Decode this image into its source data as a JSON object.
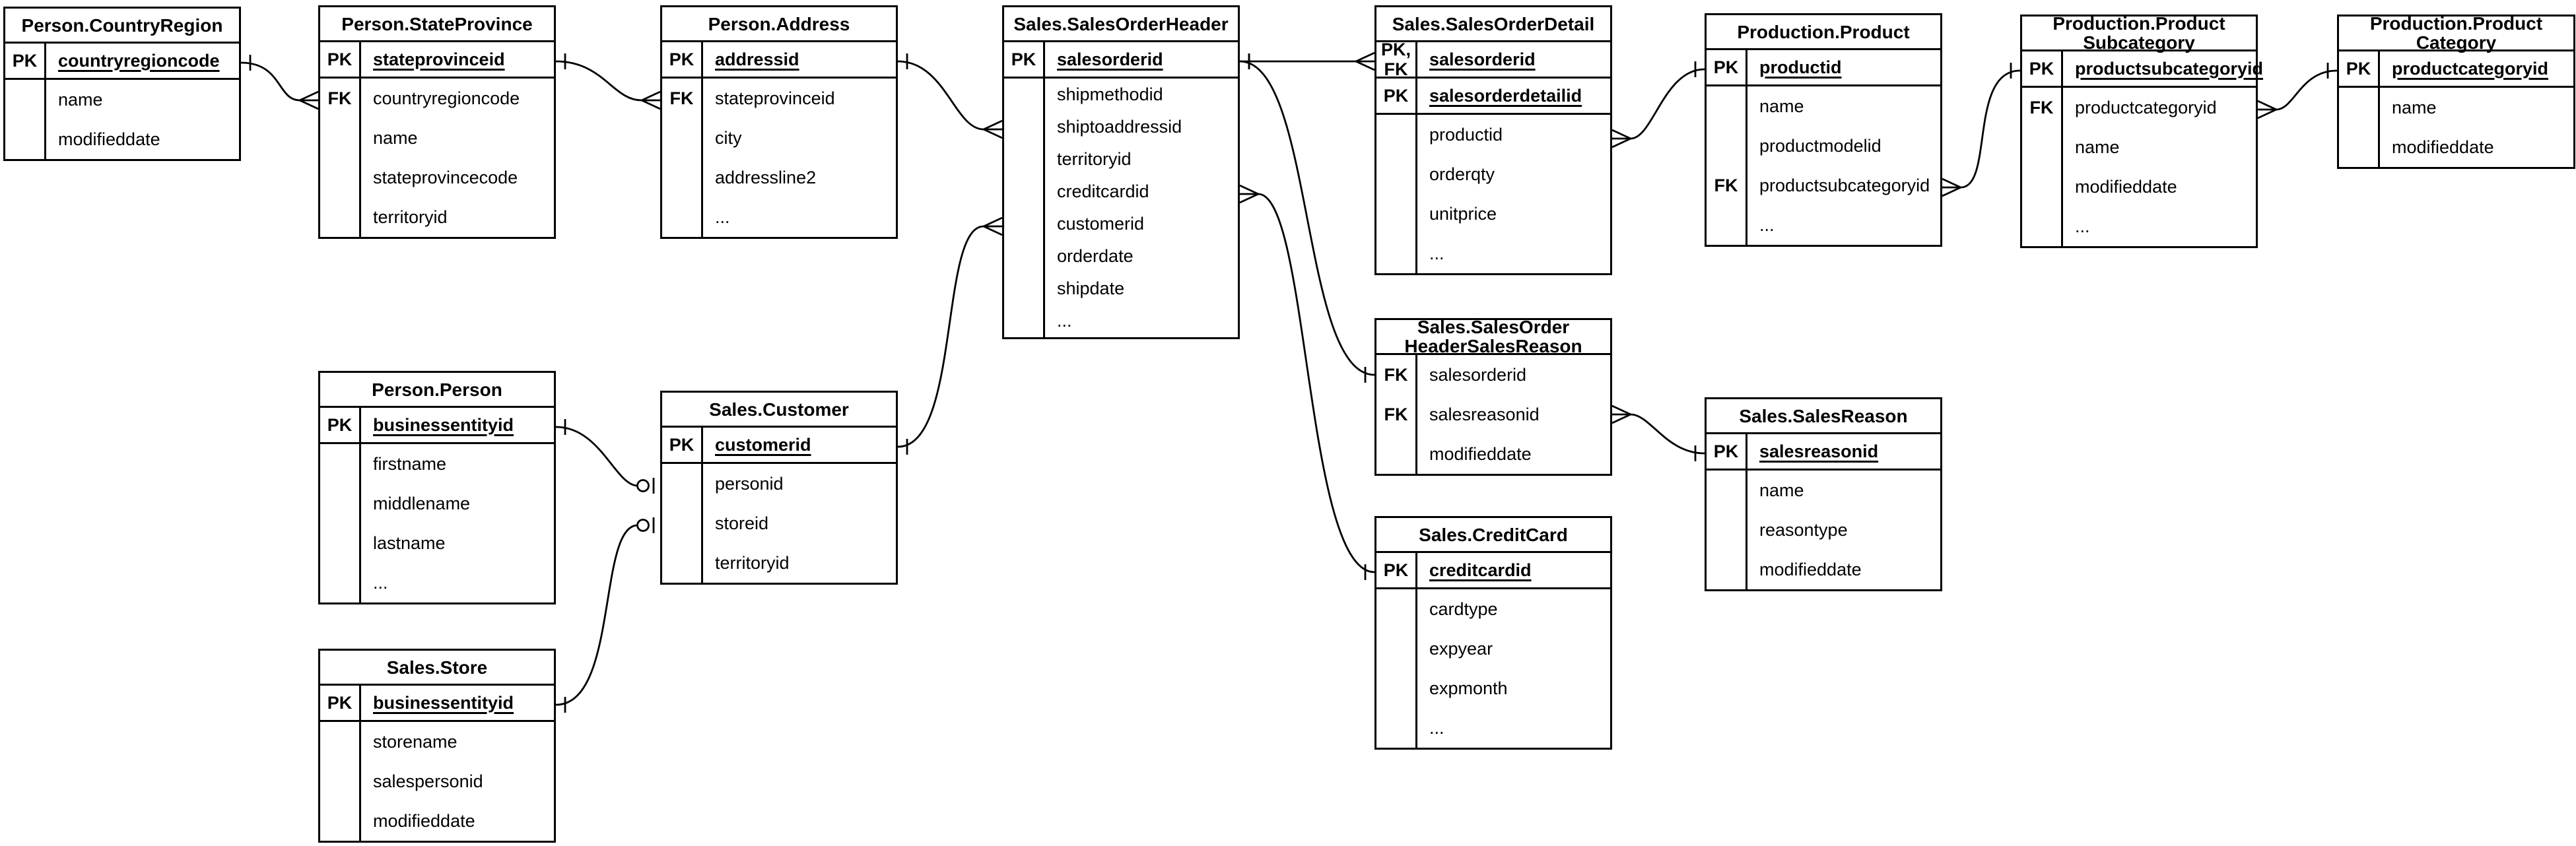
{
  "diagram": {
    "title": "AdventureWorks Sales ER Diagram",
    "colors": {
      "line": "#000000",
      "background": "#ffffff",
      "box_fill": "#ffffff",
      "text": "#000000"
    },
    "entities": [
      {
        "id": "countryregion",
        "title_lines": [
          "Person.CountryRegion"
        ],
        "rows": [
          {
            "key_lines": [
              "PK"
            ],
            "field": "countryregioncode",
            "pk": true,
            "keysec": true
          },
          {
            "key_lines": [],
            "field": "name",
            "pk": false,
            "keysec": false
          },
          {
            "key_lines": [],
            "field": "modifieddate",
            "pk": false,
            "keysec": false
          }
        ]
      },
      {
        "id": "stateprovince",
        "title_lines": [
          "Person.StateProvince"
        ],
        "rows": [
          {
            "key_lines": [
              "PK"
            ],
            "field": "stateprovinceid",
            "pk": true,
            "keysec": true
          },
          {
            "key_lines": [
              "FK"
            ],
            "field": "countryregioncode",
            "pk": false,
            "keysec": false
          },
          {
            "key_lines": [],
            "field": "name",
            "pk": false,
            "keysec": false
          },
          {
            "key_lines": [],
            "field": "stateprovincecode",
            "pk": false,
            "keysec": false
          },
          {
            "key_lines": [],
            "field": "territoryid",
            "pk": false,
            "keysec": false
          }
        ]
      },
      {
        "id": "address",
        "title_lines": [
          "Person.Address"
        ],
        "rows": [
          {
            "key_lines": [
              "PK"
            ],
            "field": "addressid",
            "pk": true,
            "keysec": true
          },
          {
            "key_lines": [
              "FK"
            ],
            "field": "stateprovinceid",
            "pk": false,
            "keysec": false
          },
          {
            "key_lines": [],
            "field": "city",
            "pk": false,
            "keysec": false
          },
          {
            "key_lines": [],
            "field": "addressline2",
            "pk": false,
            "keysec": false
          },
          {
            "key_lines": [],
            "field": "...",
            "pk": false,
            "keysec": false
          }
        ]
      },
      {
        "id": "salesorderheader",
        "title_lines": [
          "Sales.SalesOrderHeader"
        ],
        "rows": [
          {
            "key_lines": [
              "PK"
            ],
            "field": "salesorderid",
            "pk": true,
            "keysec": true
          },
          {
            "key_lines": [],
            "field": "shipmethodid",
            "pk": false,
            "keysec": false
          },
          {
            "key_lines": [],
            "field": "shiptoaddressid",
            "pk": false,
            "keysec": false
          },
          {
            "key_lines": [],
            "field": "territoryid",
            "pk": false,
            "keysec": false
          },
          {
            "key_lines": [],
            "field": "creditcardid",
            "pk": false,
            "keysec": false
          },
          {
            "key_lines": [],
            "field": "customerid",
            "pk": false,
            "keysec": false
          },
          {
            "key_lines": [],
            "field": "orderdate",
            "pk": false,
            "keysec": false
          },
          {
            "key_lines": [],
            "field": "shipdate",
            "pk": false,
            "keysec": false
          },
          {
            "key_lines": [],
            "field": "...",
            "pk": false,
            "keysec": false
          }
        ]
      },
      {
        "id": "salesorderdetail",
        "title_lines": [
          "Sales.SalesOrderDetail"
        ],
        "rows": [
          {
            "key_lines": [
              "PK,",
              "FK"
            ],
            "field": "salesorderid",
            "pk": true,
            "keysec": true
          },
          {
            "key_lines": [
              "PK"
            ],
            "field": "salesorderdetailid",
            "pk": true,
            "keysec": true
          },
          {
            "key_lines": [],
            "field": "productid",
            "pk": false,
            "keysec": false
          },
          {
            "key_lines": [],
            "field": "orderqty",
            "pk": false,
            "keysec": false
          },
          {
            "key_lines": [],
            "field": "unitprice",
            "pk": false,
            "keysec": false
          },
          {
            "key_lines": [],
            "field": "...",
            "pk": false,
            "keysec": false
          }
        ]
      },
      {
        "id": "product",
        "title_lines": [
          "Production.Product"
        ],
        "rows": [
          {
            "key_lines": [
              "PK"
            ],
            "field": "productid",
            "pk": true,
            "keysec": true
          },
          {
            "key_lines": [],
            "field": "name",
            "pk": false,
            "keysec": false
          },
          {
            "key_lines": [],
            "field": "productmodelid",
            "pk": false,
            "keysec": false
          },
          {
            "key_lines": [
              "FK"
            ],
            "field": "productsubcategoryid",
            "pk": false,
            "keysec": false
          },
          {
            "key_lines": [],
            "field": "...",
            "pk": false,
            "keysec": false
          }
        ]
      },
      {
        "id": "productsubcategory",
        "title_lines": [
          "Production.Product",
          "Subcategory"
        ],
        "rows": [
          {
            "key_lines": [
              "PK"
            ],
            "field": "productsubcategoryid",
            "pk": true,
            "keysec": true
          },
          {
            "key_lines": [
              "FK"
            ],
            "field": "productcategoryid",
            "pk": false,
            "keysec": false
          },
          {
            "key_lines": [],
            "field": "name",
            "pk": false,
            "keysec": false
          },
          {
            "key_lines": [],
            "field": "modifieddate",
            "pk": false,
            "keysec": false
          },
          {
            "key_lines": [],
            "field": "...",
            "pk": false,
            "keysec": false
          }
        ]
      },
      {
        "id": "productcategory",
        "title_lines": [
          "Production.Product",
          "Category"
        ],
        "rows": [
          {
            "key_lines": [
              "PK"
            ],
            "field": "productcategoryid",
            "pk": true,
            "keysec": true
          },
          {
            "key_lines": [],
            "field": "name",
            "pk": false,
            "keysec": false
          },
          {
            "key_lines": [],
            "field": "modifieddate",
            "pk": false,
            "keysec": false
          }
        ]
      },
      {
        "id": "person",
        "title_lines": [
          "Person.Person"
        ],
        "rows": [
          {
            "key_lines": [
              "PK"
            ],
            "field": "businessentityid",
            "pk": true,
            "keysec": true
          },
          {
            "key_lines": [],
            "field": "firstname",
            "pk": false,
            "keysec": false
          },
          {
            "key_lines": [],
            "field": "middlename",
            "pk": false,
            "keysec": false
          },
          {
            "key_lines": [],
            "field": "lastname",
            "pk": false,
            "keysec": false
          },
          {
            "key_lines": [],
            "field": "...",
            "pk": false,
            "keysec": false
          }
        ]
      },
      {
        "id": "customer",
        "title_lines": [
          "Sales.Customer"
        ],
        "rows": [
          {
            "key_lines": [
              "PK"
            ],
            "field": "customerid",
            "pk": true,
            "keysec": true
          },
          {
            "key_lines": [],
            "field": "personid",
            "pk": false,
            "keysec": false
          },
          {
            "key_lines": [],
            "field": "storeid",
            "pk": false,
            "keysec": false
          },
          {
            "key_lines": [],
            "field": "territoryid",
            "pk": false,
            "keysec": false
          }
        ]
      },
      {
        "id": "store",
        "title_lines": [
          "Sales.Store"
        ],
        "rows": [
          {
            "key_lines": [
              "PK"
            ],
            "field": "businessentityid",
            "pk": true,
            "keysec": true
          },
          {
            "key_lines": [],
            "field": "storename",
            "pk": false,
            "keysec": false
          },
          {
            "key_lines": [],
            "field": "salespersonid",
            "pk": false,
            "keysec": false
          },
          {
            "key_lines": [],
            "field": "modifieddate",
            "pk": false,
            "keysec": false
          }
        ]
      },
      {
        "id": "headersalesreason",
        "title_lines": [
          "Sales.SalesOrder",
          "HeaderSalesReason"
        ],
        "rows": [
          {
            "key_lines": [
              "FK"
            ],
            "field": "salesorderid",
            "pk": false,
            "keysec": false
          },
          {
            "key_lines": [
              "FK"
            ],
            "field": "salesreasonid",
            "pk": false,
            "keysec": false
          },
          {
            "key_lines": [],
            "field": "modifieddate",
            "pk": false,
            "keysec": false
          }
        ]
      },
      {
        "id": "salesreason",
        "title_lines": [
          "Sales.SalesReason"
        ],
        "rows": [
          {
            "key_lines": [
              "PK"
            ],
            "field": "salesreasonid",
            "pk": true,
            "keysec": true
          },
          {
            "key_lines": [],
            "field": "name",
            "pk": false,
            "keysec": false
          },
          {
            "key_lines": [],
            "field": "reasontype",
            "pk": false,
            "keysec": false
          },
          {
            "key_lines": [],
            "field": "modifieddate",
            "pk": false,
            "keysec": false
          }
        ]
      },
      {
        "id": "creditcard",
        "title_lines": [
          "Sales.CreditCard"
        ],
        "rows": [
          {
            "key_lines": [
              "PK"
            ],
            "field": "creditcardid",
            "pk": true,
            "keysec": true
          },
          {
            "key_lines": [],
            "field": "cardtype",
            "pk": false,
            "keysec": false
          },
          {
            "key_lines": [],
            "field": "expyear",
            "pk": false,
            "keysec": false
          },
          {
            "key_lines": [],
            "field": "expmonth",
            "pk": false,
            "keysec": false
          },
          {
            "key_lines": [],
            "field": "...",
            "pk": false,
            "keysec": false
          }
        ]
      }
    ],
    "relationships": [
      {
        "from": "Person.CountryRegion",
        "from_field": "countryregioncode",
        "from_cardinality": "one",
        "to": "Person.StateProvince",
        "to_field": "countryregioncode",
        "to_cardinality": "many"
      },
      {
        "from": "Person.StateProvince",
        "from_field": "stateprovinceid",
        "from_cardinality": "one",
        "to": "Person.Address",
        "to_field": "stateprovinceid",
        "to_cardinality": "many"
      },
      {
        "from": "Person.Address",
        "from_field": "addressid",
        "from_cardinality": "one",
        "to": "Sales.SalesOrderHeader",
        "to_field": "shiptoaddressid",
        "to_cardinality": "many"
      },
      {
        "from": "Sales.Customer",
        "from_field": "customerid",
        "from_cardinality": "one",
        "to": "Sales.SalesOrderHeader",
        "to_field": "customerid",
        "to_cardinality": "many"
      },
      {
        "from": "Sales.SalesOrderHeader",
        "from_field": "salesorderid",
        "from_cardinality": "one",
        "to": "Sales.SalesOrderDetail",
        "to_field": "salesorderid",
        "to_cardinality": "many"
      },
      {
        "from": "Sales.SalesOrderHeader",
        "from_field": "salesorderid",
        "from_cardinality": "one",
        "to": "Sales.SalesOrderHeaderSalesReason",
        "to_field": "salesorderid",
        "to_cardinality": "one"
      },
      {
        "from": "Sales.SalesOrderHeader",
        "from_field": "creditcardid",
        "from_cardinality": "many",
        "to": "Sales.CreditCard",
        "to_field": "creditcardid",
        "to_cardinality": "one"
      },
      {
        "from": "Sales.SalesOrderDetail",
        "from_field": "productid",
        "from_cardinality": "many",
        "to": "Production.Product",
        "to_field": "productid",
        "to_cardinality": "one"
      },
      {
        "from": "Production.Product",
        "from_field": "productsubcategoryid",
        "from_cardinality": "many",
        "to": "Production.ProductSubcategory",
        "to_field": "productsubcategoryid",
        "to_cardinality": "one"
      },
      {
        "from": "Production.ProductSubcategory",
        "from_field": "productcategoryid",
        "from_cardinality": "many",
        "to": "Production.ProductCategory",
        "to_field": "productcategoryid",
        "to_cardinality": "one"
      },
      {
        "from": "Person.Person",
        "from_field": "businessentityid",
        "from_cardinality": "one",
        "to": "Sales.Customer",
        "to_field": "personid",
        "to_cardinality": "zero-or-one"
      },
      {
        "from": "Sales.Store",
        "from_field": "businessentityid",
        "from_cardinality": "one",
        "to": "Sales.Customer",
        "to_field": "storeid",
        "to_cardinality": "zero-or-one"
      },
      {
        "from": "Sales.SalesOrderHeaderSalesReason",
        "from_field": "salesreasonid",
        "from_cardinality": "many",
        "to": "Sales.SalesReason",
        "to_field": "salesreasonid",
        "to_cardinality": "one"
      }
    ]
  }
}
